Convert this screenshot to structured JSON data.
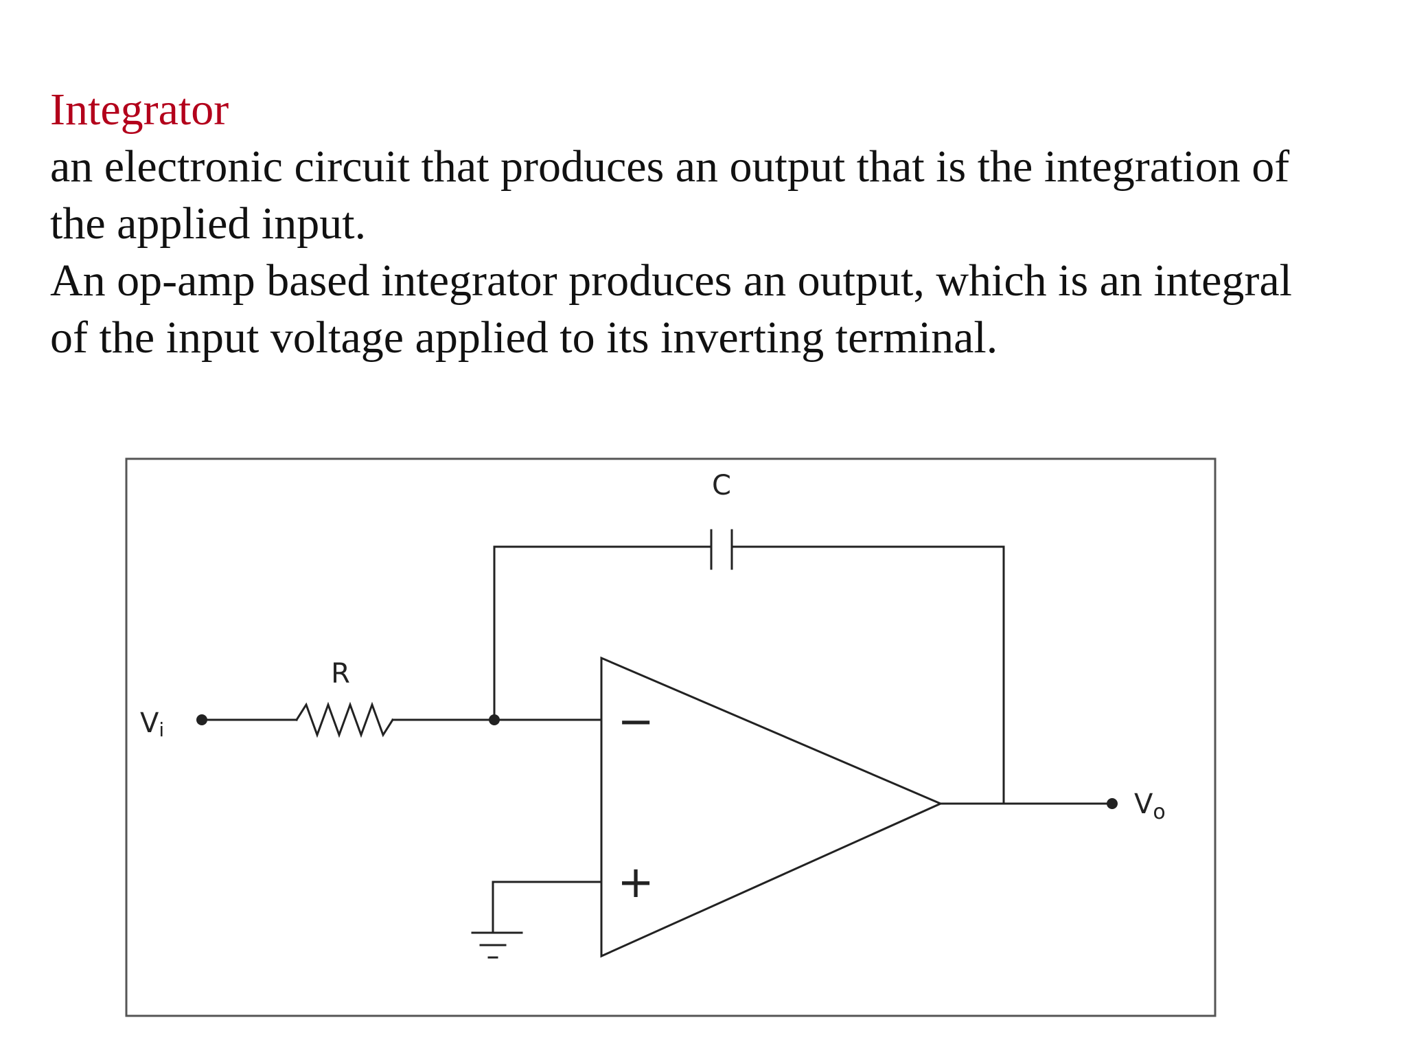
{
  "slide": {
    "title": "Integrator",
    "lines": [
      "an electronic circuit that produces an output that is the integration of",
      "the applied input.",
      "An op-amp based integrator produces an output, which is an integral",
      "of the input voltage applied to its inverting terminal."
    ]
  },
  "diagram": {
    "labels": {
      "capacitor": "C",
      "resistor": "R",
      "input_main": "V",
      "input_sub": "i",
      "output_main": "V",
      "output_sub": "o",
      "inverting": "−",
      "noninverting": "+"
    }
  }
}
